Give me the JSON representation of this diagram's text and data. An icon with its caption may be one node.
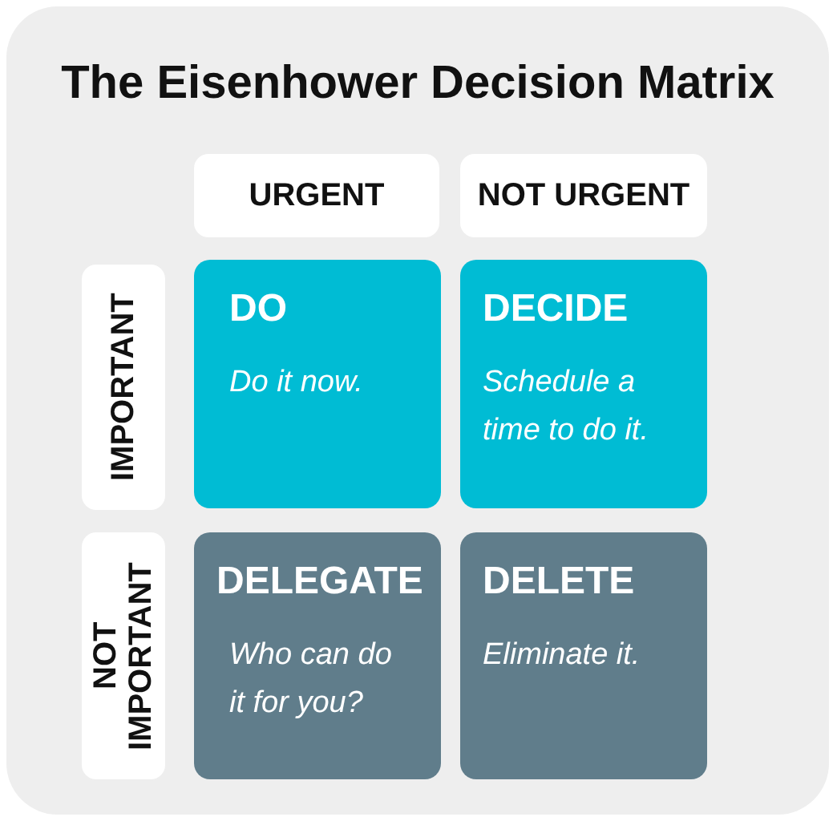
{
  "diagram": {
    "title": "The Eisenhower Decision Matrix",
    "nodes": [
      {
        "text": [
          "URGENT"
        ]
      },
      {
        "text": [
          "NOT URGENT"
        ]
      },
      {
        "text": [
          "IMPORTANT"
        ]
      },
      {
        "text": [
          "DO",
          "Do it now."
        ]
      },
      {
        "text": [
          "DECIDE",
          "Schedule a time to do it."
        ]
      },
      {
        "text": [
          "NOT IMPORTANT"
        ]
      },
      {
        "text": [
          "DELEGATE",
          "Who can do it for you?"
        ]
      },
      {
        "text": [
          "DELETE",
          "Eliminate it."
        ]
      }
    ]
  }
}
